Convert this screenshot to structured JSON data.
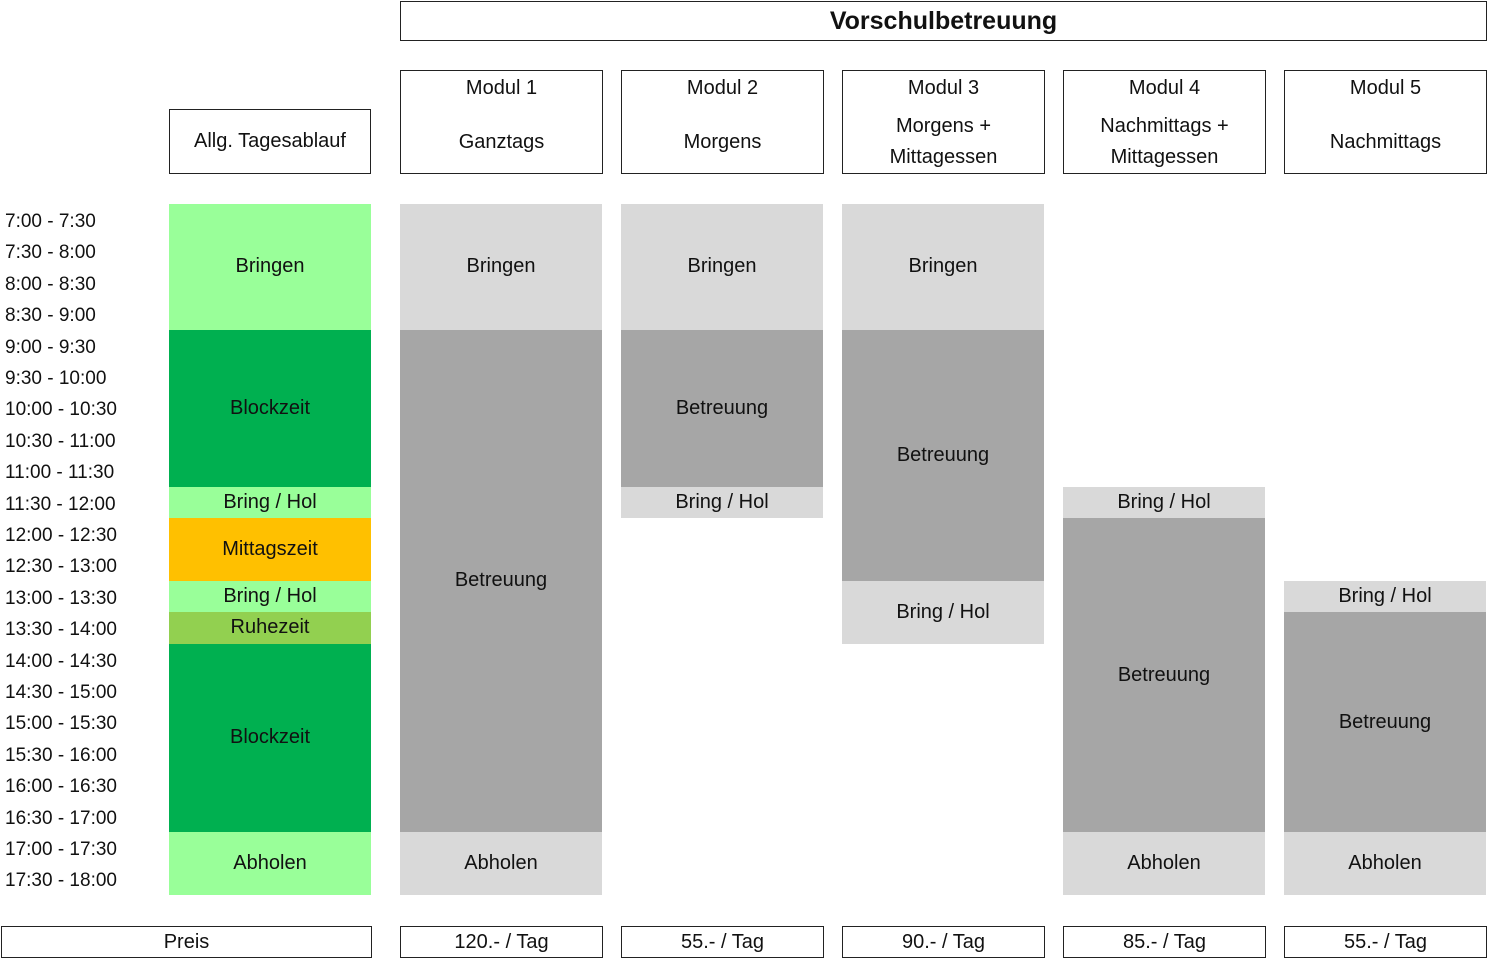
{
  "title": "Vorschulbetreuung",
  "general_header": "Allg. Tagesablauf",
  "times": [
    "7:00 - 7:30",
    "7:30 - 8:00",
    "8:00 - 8:30",
    "8:30 - 9:00",
    "9:00 - 9:30",
    "9:30 - 10:00",
    "10:00 - 10:30",
    "10:30 - 11:00",
    "11:00 - 11:30",
    "11:30 - 12:00",
    "12:00 - 12:30",
    "12:30 - 13:00",
    "13:00 - 13:30",
    "13:30 - 14:00",
    "14:00 - 14:30",
    "14:30 - 15:00",
    "15:00 - 15:30",
    "15:30 - 16:00",
    "16:00 - 16:30",
    "16:30 - 17:00",
    "17:00 - 17:30",
    "17:30 - 18:00"
  ],
  "general_schedule": [
    {
      "label": "Bringen",
      "color": "#99ff99"
    },
    {
      "label": "Blockzeit",
      "color": "#00b050"
    },
    {
      "label": "Bring / Hol",
      "color": "#99ff99"
    },
    {
      "label": "Mittagszeit",
      "color": "#ffc000"
    },
    {
      "label": "Bring / Hol",
      "color": "#99ff99"
    },
    {
      "label": "Ruhezeit",
      "color": "#92d050"
    },
    {
      "label": "Blockzeit",
      "color": "#00b050"
    },
    {
      "label": "Abholen",
      "color": "#99ff99"
    }
  ],
  "modules": [
    {
      "name": "Modul 1",
      "description": "Ganztags",
      "price": "120.- / Tag",
      "blocks": [
        {
          "label": "Bringen",
          "color": "#d9d9d9"
        },
        {
          "label": "Betreuung",
          "color": "#a6a6a6"
        },
        {
          "label": "Abholen",
          "color": "#d9d9d9"
        }
      ]
    },
    {
      "name": "Modul 2",
      "description": "Morgens",
      "price": "55.- / Tag",
      "blocks": [
        {
          "label": "Bringen",
          "color": "#d9d9d9"
        },
        {
          "label": "Betreuung",
          "color": "#a6a6a6"
        },
        {
          "label": "Bring / Hol",
          "color": "#d9d9d9"
        }
      ]
    },
    {
      "name": "Modul 3",
      "description": "Morgens +\nMittagessen",
      "price": "90.- / Tag",
      "blocks": [
        {
          "label": "Bringen",
          "color": "#d9d9d9"
        },
        {
          "label": "Betreuung",
          "color": "#a6a6a6"
        },
        {
          "label": "Bring / Hol",
          "color": "#d9d9d9"
        }
      ]
    },
    {
      "name": "Modul 4",
      "description": "Nachmittags +\nMittagessen",
      "price": "85.- / Tag",
      "blocks": [
        {
          "label": "Bring / Hol",
          "color": "#d9d9d9"
        },
        {
          "label": "Betreuung",
          "color": "#a6a6a6"
        },
        {
          "label": "Abholen",
          "color": "#d9d9d9"
        }
      ]
    },
    {
      "name": "Modul 5",
      "description": "Nachmittags",
      "price": "55.- / Tag",
      "blocks": [
        {
          "label": "Bring / Hol",
          "color": "#d9d9d9"
        },
        {
          "label": "Betreuung",
          "color": "#a6a6a6"
        },
        {
          "label": "Abholen",
          "color": "#d9d9d9"
        }
      ]
    }
  ],
  "price_label": "Preis"
}
